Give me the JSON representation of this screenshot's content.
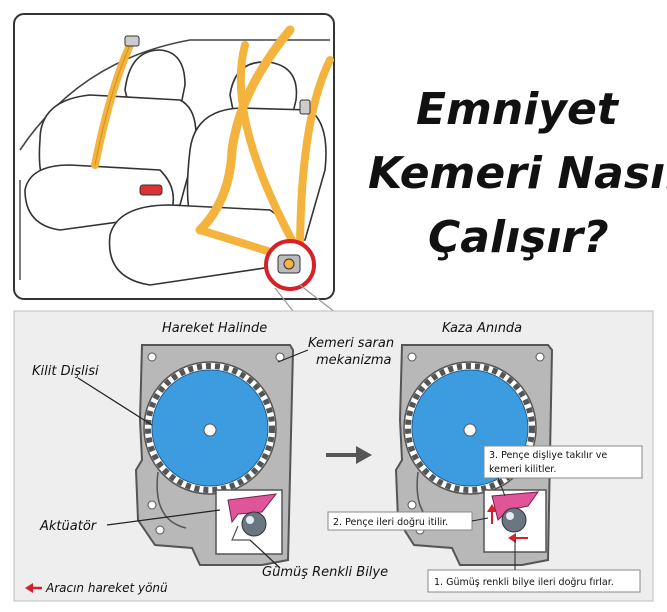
{
  "title_lines": [
    "Emniyet",
    "Kemeri Nasıl",
    "Çalışır?"
  ],
  "state_labels": {
    "moving": "Hareket Halinde",
    "crash": "Kaza Anında"
  },
  "part_labels": {
    "retractor_line1": "Kemeri saran",
    "retractor_line2": "mekanizma",
    "lock_gear": "Kilit Dişlisi",
    "actuator": "Aktüatör",
    "silver_ball": "Gümüş Renkli Bilye"
  },
  "steps": {
    "step1": "1. Gümüş renkli bilye ileri doğru fırlar.",
    "step2": "2. Pençe ileri doğru itilir.",
    "step3_line1": "3. Pençe dişliye takılır ve",
    "step3_line2": "kemeri kilitler."
  },
  "legend": {
    "direction": "Aracın hareket yönü"
  },
  "colors": {
    "belt": "#f3b33d",
    "housing": "#b8b8b8",
    "gear": "#3d9be0",
    "actuator": "#e0559a",
    "accent_red": "#d6202a"
  }
}
